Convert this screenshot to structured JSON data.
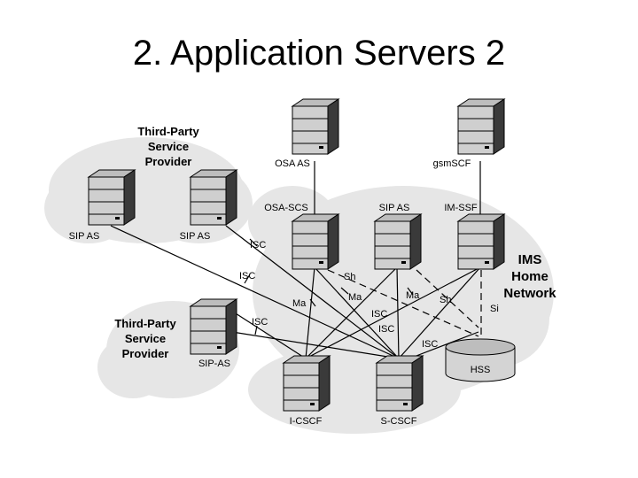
{
  "title": "2. Application Servers 2",
  "third_party_top": [
    "Third-Party",
    "Service",
    "Provider"
  ],
  "third_party_bottom": [
    "Third-Party",
    "Service",
    "Provider"
  ],
  "ims_home_network": [
    "IMS",
    "Home",
    "Network"
  ],
  "servers": {
    "osa_as": "OSA AS",
    "gsmscf": "gsmSCF",
    "sip_as_1": "SIP AS",
    "sip_as_2": "SIP AS",
    "osa_scs": "OSA-SCS",
    "sip_as_3": "SIP AS",
    "im_ssf": "IM-SSF",
    "sip_as_tp": "SIP-AS",
    "i_cscf": "I-CSCF",
    "s_cscf": "S-CSCF",
    "hss": "HSS"
  },
  "interfaces": {
    "isc_1": "ISC",
    "isc_2": "ISC",
    "isc_3": "ISC",
    "isc_4": "ISC",
    "isc_5": "ISC",
    "isc_6": "ISC",
    "sh_1": "Sh",
    "sh_2": "Sh",
    "ma_1": "Ma",
    "ma_2": "Ma",
    "ma_3": "Ma",
    "si": "Si"
  },
  "colors": {
    "cloud": "#e6e6e6",
    "server_body": "#cfcfcf",
    "server_side": "#3a3a3a",
    "line": "#000000"
  }
}
